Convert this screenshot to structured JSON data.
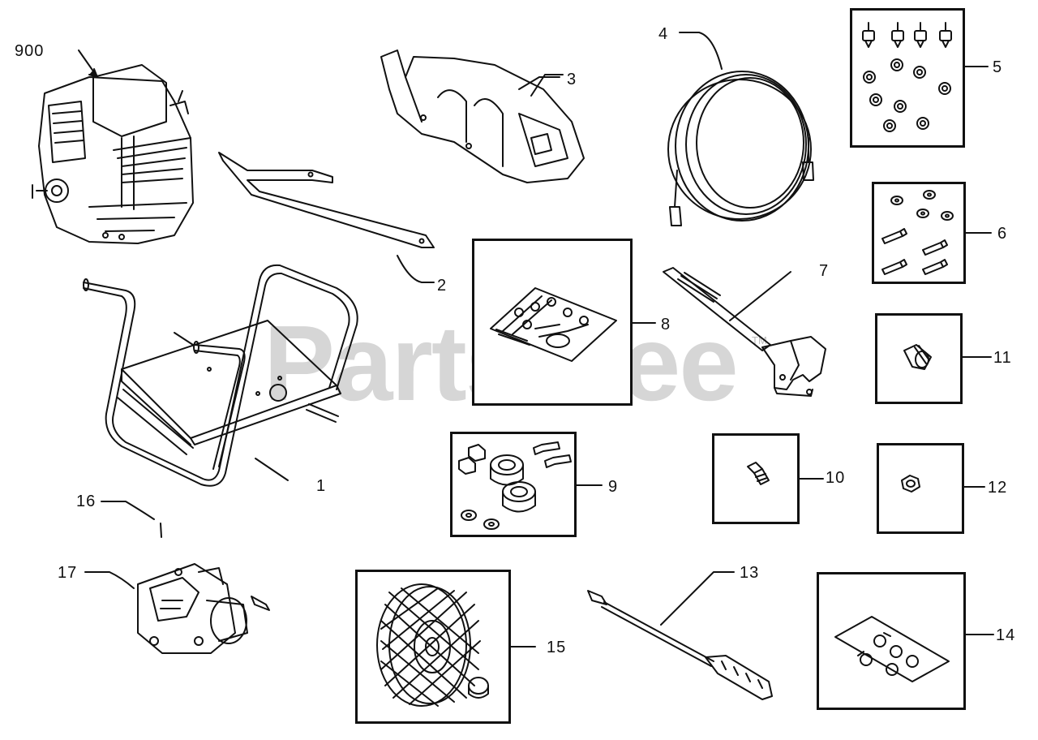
{
  "diagram": {
    "watermark": "PartsTree",
    "watermark_mark": "TM",
    "callouts": [
      {
        "id": "900",
        "text": "900"
      },
      {
        "id": "1",
        "text": "1"
      },
      {
        "id": "2",
        "text": "2"
      },
      {
        "id": "3",
        "text": "3"
      },
      {
        "id": "4",
        "text": "4"
      },
      {
        "id": "5",
        "text": "5"
      },
      {
        "id": "6",
        "text": "6"
      },
      {
        "id": "7",
        "text": "7"
      },
      {
        "id": "8",
        "text": "8"
      },
      {
        "id": "9",
        "text": "9"
      },
      {
        "id": "10",
        "text": "10"
      },
      {
        "id": "11",
        "text": "11"
      },
      {
        "id": "12",
        "text": "12"
      },
      {
        "id": "13",
        "text": "13"
      },
      {
        "id": "14",
        "text": "14"
      },
      {
        "id": "15",
        "text": "15"
      },
      {
        "id": "16",
        "text": "16"
      },
      {
        "id": "17",
        "text": "17"
      }
    ]
  }
}
